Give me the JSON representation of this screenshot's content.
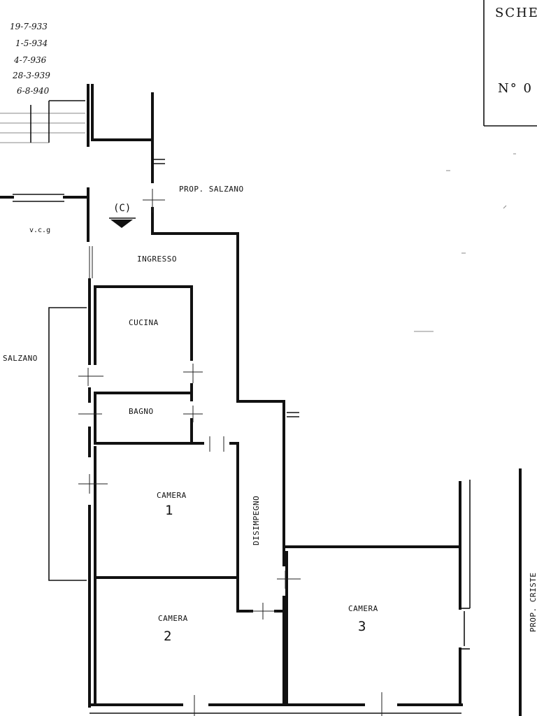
{
  "dates": [
    "19-7-933",
    "1-5-934",
    "4-7-936",
    "28-3-939",
    "6-8-940"
  ],
  "title_block": {
    "heading": "SCHE",
    "number_prefix": "N° 0"
  },
  "labels": {
    "prop_top": "PROP. SALZANO",
    "prop_left": "SALZANO",
    "prop_right": "PROP. CRISTE",
    "side_note": "v.c.g",
    "entrance_marker": "(C)",
    "corridor": "DISIMPEGNO"
  },
  "rooms": [
    {
      "name": "INGRESSO",
      "number": ""
    },
    {
      "name": "CUCINA",
      "number": ""
    },
    {
      "name": "BAGNO",
      "number": ""
    },
    {
      "name": "CAMERA",
      "number": "1"
    },
    {
      "name": "CAMERA",
      "number": "2"
    },
    {
      "name": "CAMERA",
      "number": "3"
    }
  ]
}
